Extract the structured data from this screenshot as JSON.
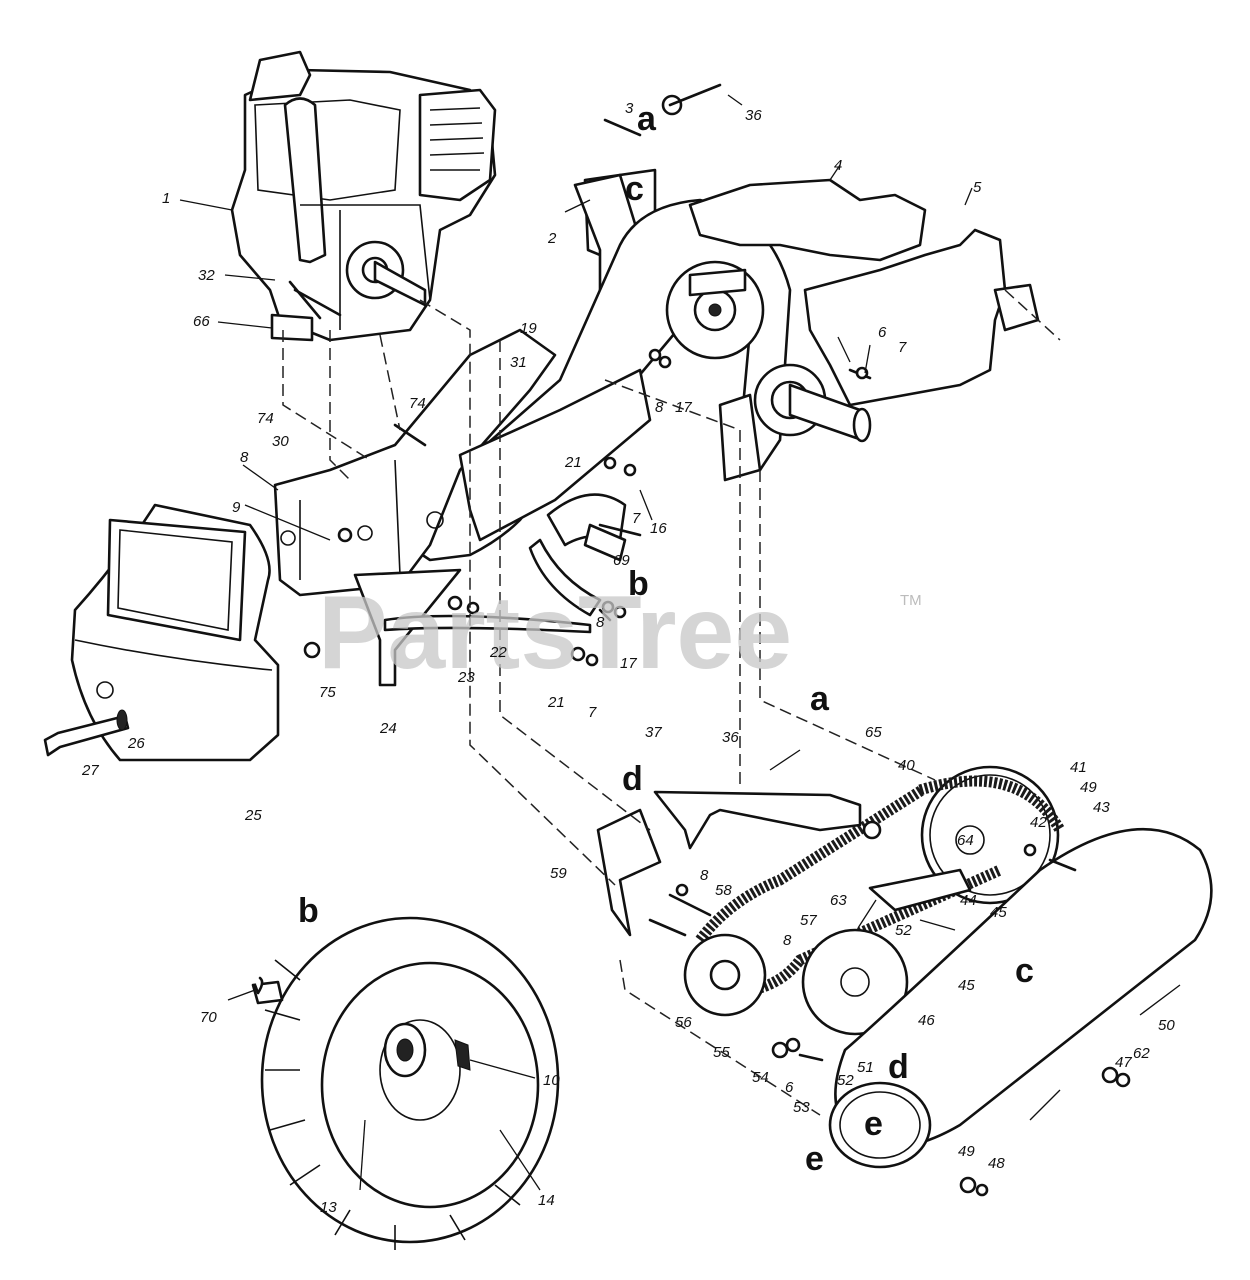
{
  "watermark": {
    "text": "PartsTree",
    "trademark": "TM"
  },
  "callouts": {
    "n1": "1",
    "n2": "2",
    "n3": "3",
    "n4": "4",
    "n5": "5",
    "n6a": "6",
    "n6b": "6",
    "n7a": "7",
    "n7b": "7",
    "n7c": "7",
    "n8a": "8",
    "n8b": "8",
    "n8c": "8",
    "n8d": "8",
    "n8e": "8",
    "n9": "9",
    "n10": "10",
    "n13": "13",
    "n14": "14",
    "n16": "16",
    "n17a": "17",
    "n17b": "17",
    "n19": "19",
    "n21a": "21",
    "n21b": "21",
    "n22": "22",
    "n23": "23",
    "n24": "24",
    "n25": "25",
    "n26": "26",
    "n27": "27",
    "n30": "30",
    "n31": "31",
    "n32": "32",
    "n36a": "36",
    "n36b": "36",
    "n37": "37",
    "n40": "40",
    "n41": "41",
    "n42": "42",
    "n43": "43",
    "n44": "44",
    "n45a": "45",
    "n45b": "45",
    "n46": "46",
    "n47": "47",
    "n48": "48",
    "n49a": "49",
    "n49b": "49",
    "n50": "50",
    "n51": "51",
    "n52a": "52",
    "n52b": "52",
    "n53": "53",
    "n54": "54",
    "n55": "55",
    "n56": "56",
    "n57": "57",
    "n58": "58",
    "n59": "59",
    "n62": "62",
    "n63": "63",
    "n64": "64",
    "n65": "65",
    "n66": "66",
    "n69": "69",
    "n70": "70",
    "n74a": "74",
    "n74b": "74",
    "n75": "75"
  },
  "letters": {
    "a1": "a",
    "a2": "a",
    "b1": "b",
    "b2": "b",
    "c1": "c",
    "c2": "c",
    "d1": "d",
    "d2": "d",
    "e1": "e",
    "e2": "e"
  }
}
